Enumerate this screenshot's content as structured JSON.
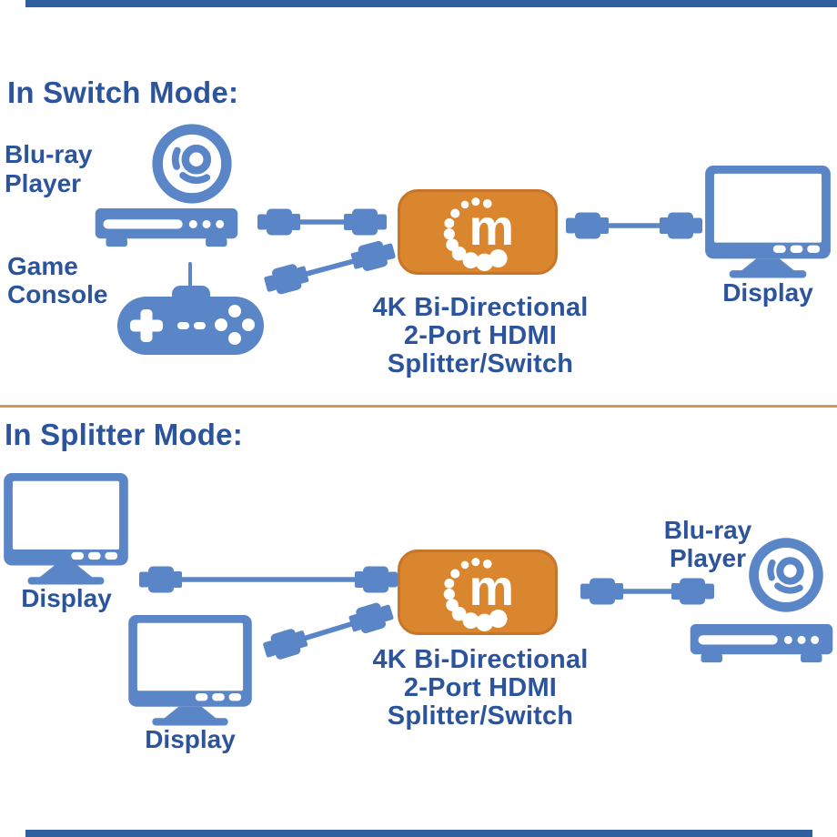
{
  "palette": {
    "icon_blue": "#5a86c8",
    "ink_blue": "#2c549c",
    "orange": "#d9862f",
    "orange_border": "#c87429",
    "divider_orange": "#cf9b55",
    "edge_bar_blue": "#2f5f9f"
  },
  "product": {
    "brand_letter": "m",
    "caption": [
      "4K Bi-Directional",
      "2-Port HDMI",
      "Splitter/Switch"
    ]
  },
  "switch_mode": {
    "heading": "In Switch Mode:",
    "source_1": {
      "line1": "Blu-ray",
      "line2": "Player"
    },
    "source_2": {
      "line1": "Game",
      "line2": "Console"
    },
    "output_1": "Display"
  },
  "splitter_mode": {
    "heading": "In Splitter Mode:",
    "output_1": "Display",
    "output_2": "Display",
    "source_1": {
      "line1": "Blu-ray",
      "line2": "Player"
    }
  },
  "icons": {
    "disc": "blu-ray-disc-icon",
    "player": "disc-player-icon",
    "controller": "game-controller-icon",
    "monitor": "display-monitor-icon",
    "cable": "hdmi-cable-icon",
    "logo": "manhattan-m-logo"
  }
}
